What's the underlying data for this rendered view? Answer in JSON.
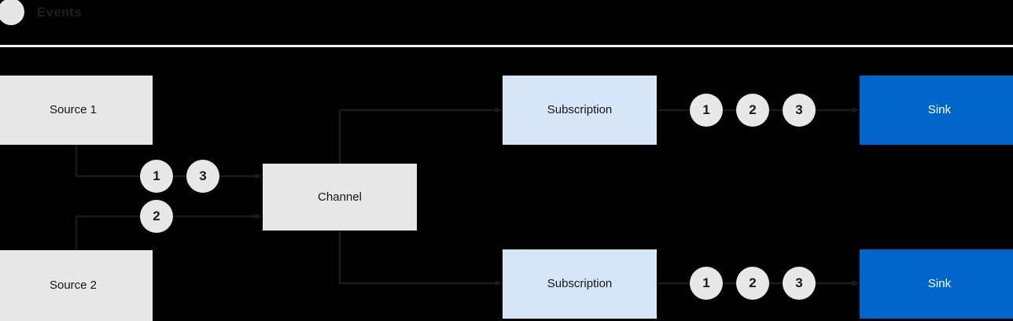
{
  "header": {
    "dot_icon": "event-dot-icon",
    "title": "Events",
    "title_color": "#1f1f1f",
    "rule_color": "#f2f2f2"
  },
  "colors": {
    "background": "#000000",
    "source_box": "#e8e8e8",
    "channel_box": "#e8e8e8",
    "subscription_box": "#d6e6f6",
    "sink_box": "#0066cc",
    "sink_text": "#ffffff",
    "token_fill": "#e8e8e8",
    "token_text": "#1b1b1b",
    "connector": "#1a1a1a"
  },
  "diagram": {
    "type": "flow",
    "nodes": [
      {
        "id": "source1",
        "label": "Source 1",
        "kind": "source"
      },
      {
        "id": "source2",
        "label": "Source 2",
        "kind": "source"
      },
      {
        "id": "channel",
        "label": "Channel",
        "kind": "channel"
      },
      {
        "id": "sub1",
        "label": "Subscription",
        "kind": "subscription"
      },
      {
        "id": "sub2",
        "label": "Subscription",
        "kind": "subscription"
      },
      {
        "id": "sink1",
        "label": "Sink",
        "kind": "sink"
      },
      {
        "id": "sink2",
        "label": "Sink",
        "kind": "sink"
      }
    ],
    "edges": [
      {
        "from": "source1",
        "to": "channel"
      },
      {
        "from": "source2",
        "to": "channel"
      },
      {
        "from": "channel",
        "to": "sub1"
      },
      {
        "from": "channel",
        "to": "sub2"
      },
      {
        "from": "sub1",
        "to": "sink1"
      },
      {
        "from": "sub2",
        "to": "sink2"
      }
    ],
    "tokens": {
      "source1_to_channel": [
        "1",
        "3"
      ],
      "source2_to_channel": [
        "2"
      ],
      "sub1_to_sink1": [
        "1",
        "2",
        "3"
      ],
      "sub2_to_sink2": [
        "1",
        "2",
        "3"
      ]
    }
  }
}
